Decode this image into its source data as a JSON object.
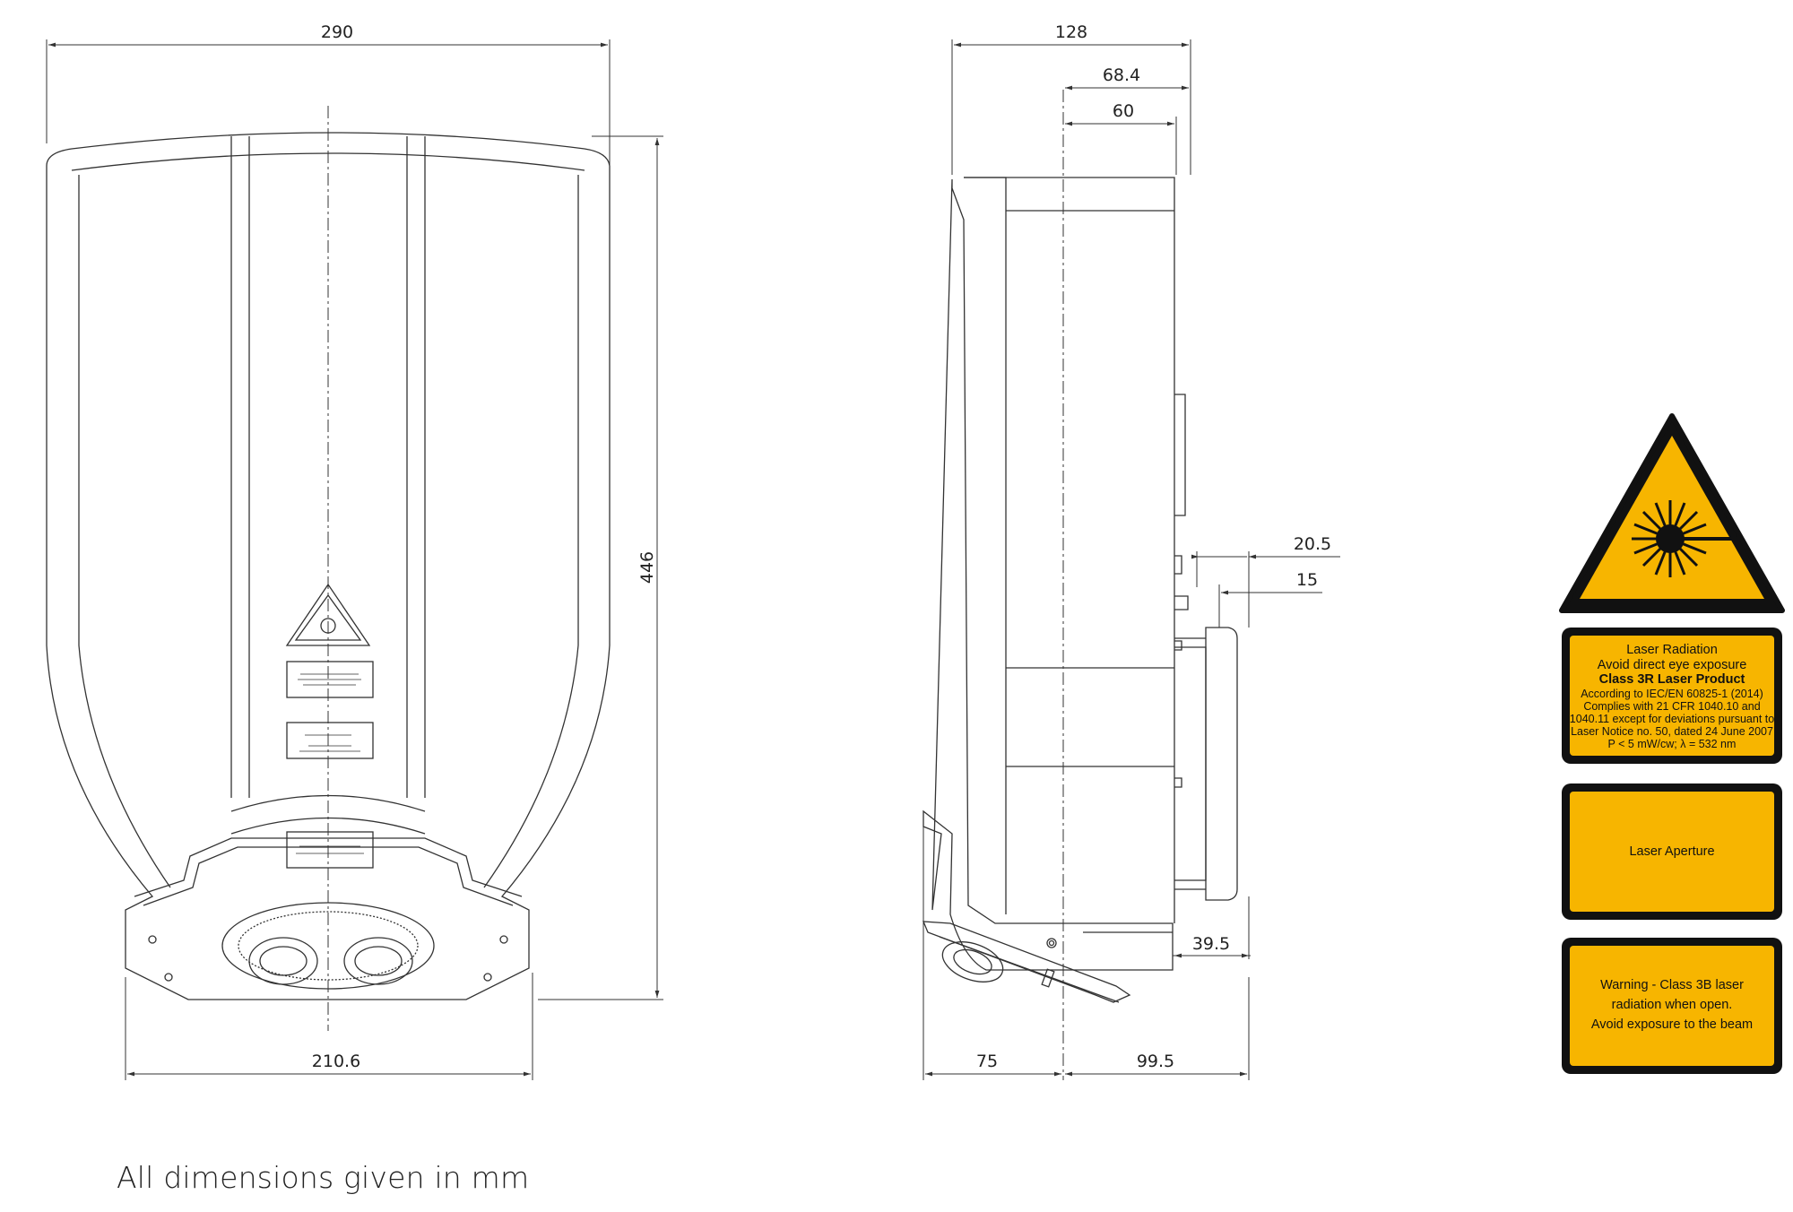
{
  "footnote": "All dimensions given in mm",
  "dimensions": {
    "width_top": "290",
    "width_bottom": "210.6",
    "height": "446",
    "depth": "128",
    "d_68_4": "68.4",
    "d_60": "60",
    "d_20_5": "20.5",
    "d_15": "15",
    "d_39_5": "39.5",
    "d_75": "75",
    "d_99_5": "99.5"
  },
  "labels": {
    "radiation": {
      "lines": [
        "Laser Radiation",
        "Avoid direct eye exposure",
        "Class 3R Laser Product",
        "According to IEC/EN 60825-1 (2014)",
        "Complies with 21 CFR 1040.10 and",
        "1040.11 except for deviations pursuant to",
        "Laser Notice no. 50, dated 24 June 2007",
        "P < 5 mW/cw; λ = 532 nm"
      ]
    },
    "aperture": {
      "text": "Laser Aperture"
    },
    "warning": {
      "lines": [
        "Warning - Class 3B laser",
        "radiation when open.",
        "Avoid exposure to the beam"
      ]
    }
  },
  "colors": {
    "label_fill": "#f7b500",
    "label_border": "#111111",
    "line": "#333333"
  },
  "icons": [
    "laser-hazard-icon"
  ]
}
